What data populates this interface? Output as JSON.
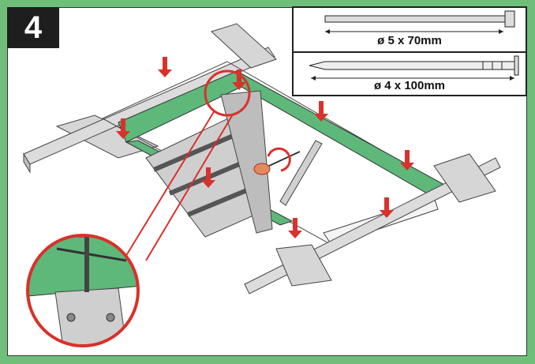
{
  "step": {
    "number": "4"
  },
  "legend": {
    "screw": {
      "label": "ø 5 x 70mm"
    },
    "nail": {
      "label": "ø 4 x 100mm"
    }
  },
  "colors": {
    "background": "#6fbf7a",
    "frame_green": "#5db87a",
    "arrow_red": "#d9312b",
    "pad_orange": "#e58a5a",
    "lumber_grey": "#d6d6d6"
  }
}
